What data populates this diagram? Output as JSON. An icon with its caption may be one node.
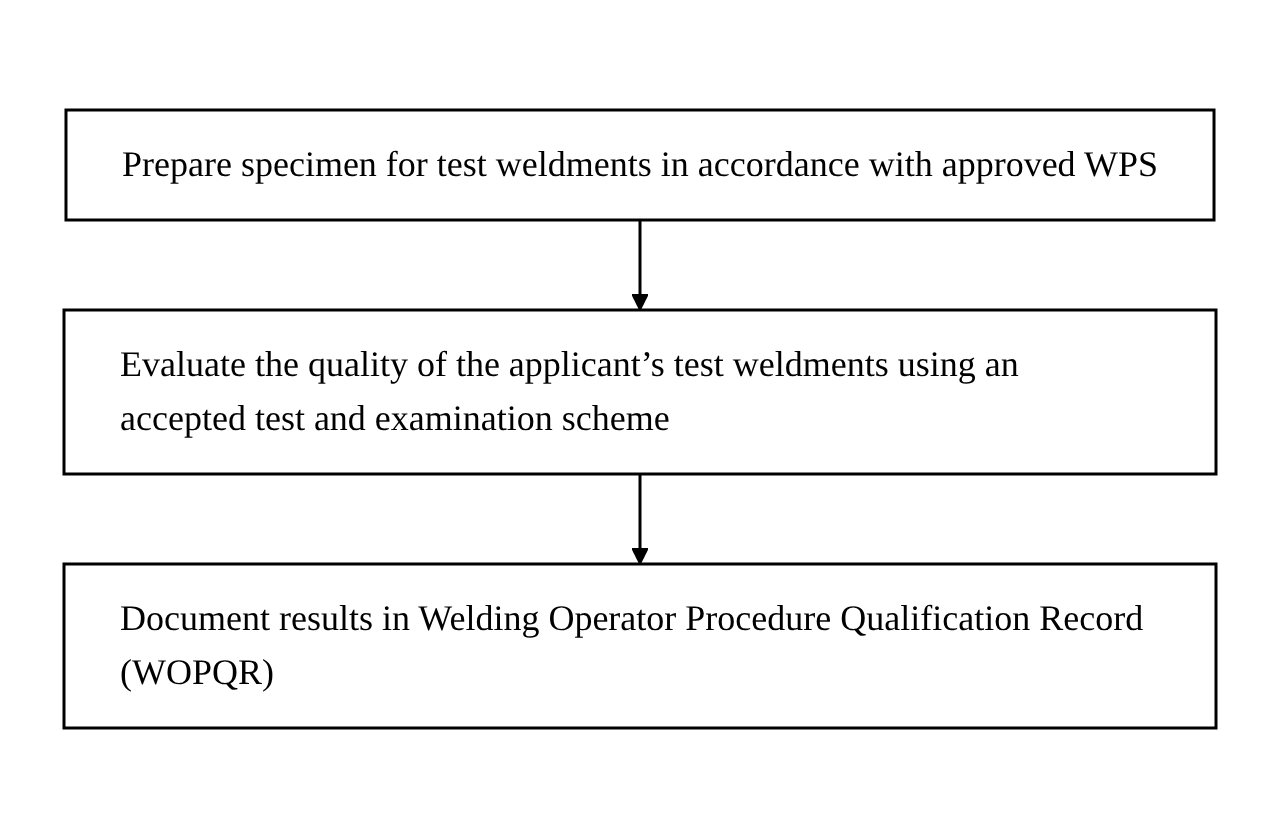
{
  "diagram": {
    "nodes": [
      {
        "text": [
          "Prepare specimen for test weldments in accordance with approved WPS"
        ]
      },
      {
        "text": [
          "Evaluate the quality of the applicant’s test weldments using an accepted test and examination scheme"
        ]
      },
      {
        "text": [
          "Document results in Welding Operator Procedure Qualification Record (WOPQR)"
        ]
      }
    ],
    "edges": [
      {
        "from": 0,
        "to": 1,
        "arrow": "to"
      },
      {
        "from": 1,
        "to": 2,
        "arrow": "to"
      }
    ]
  }
}
